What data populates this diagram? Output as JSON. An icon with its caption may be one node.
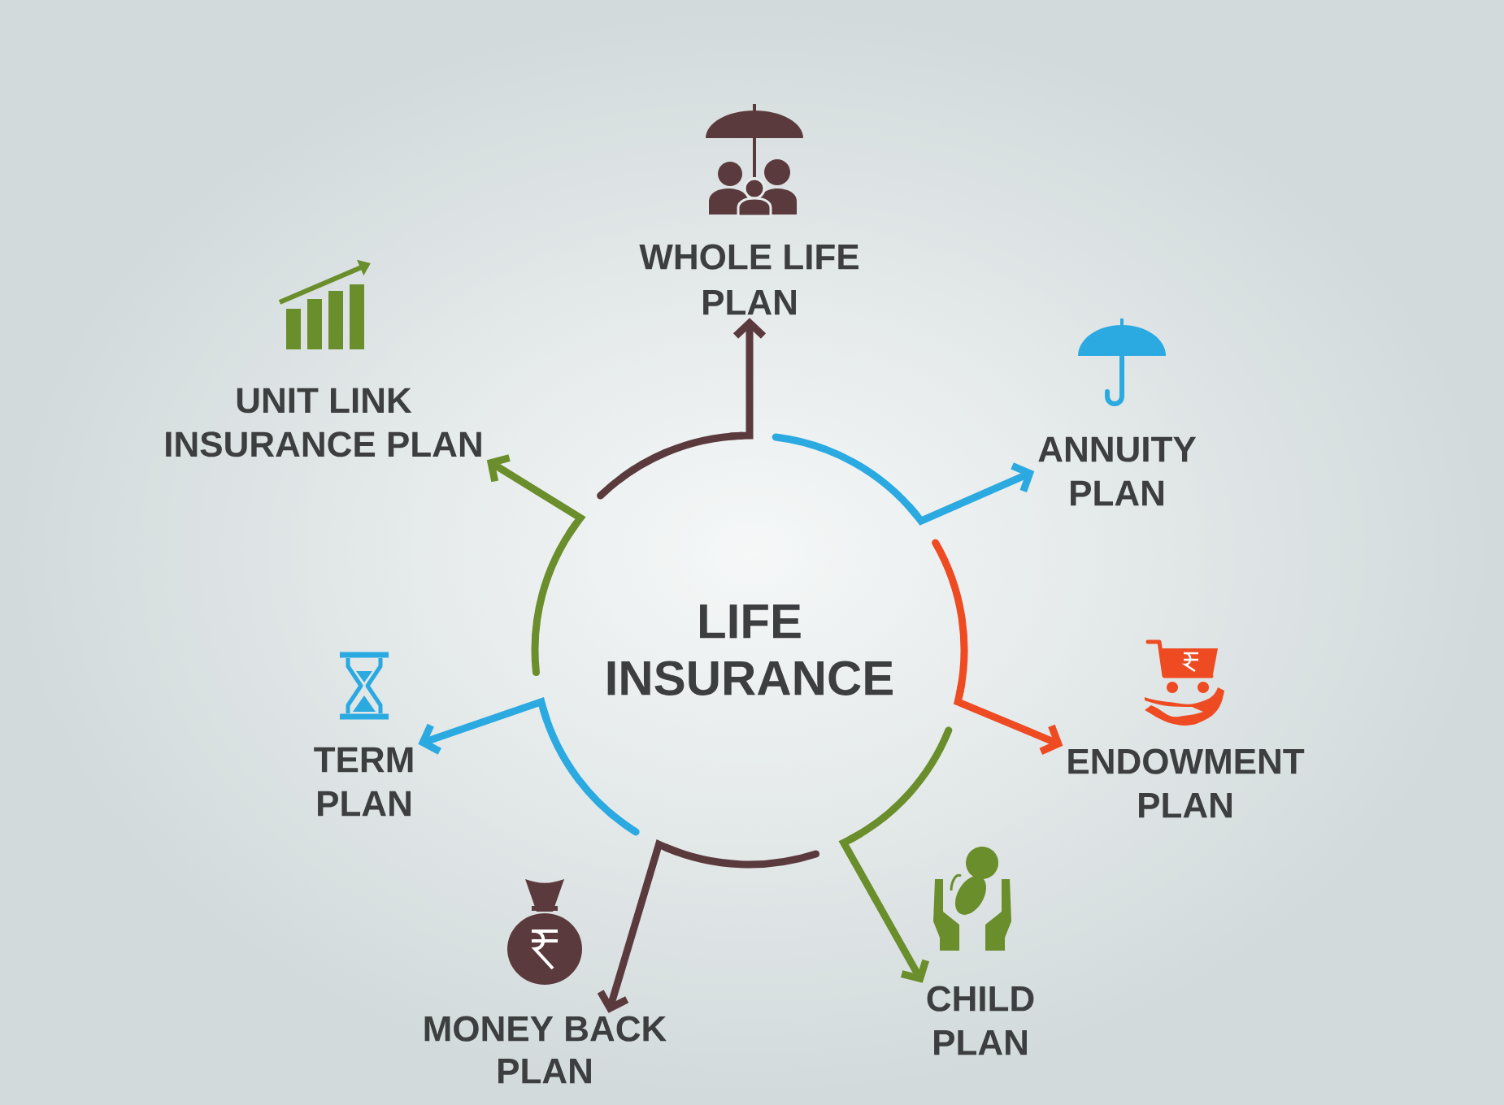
{
  "diagram": {
    "nodes": [
      {
        "text": [
          "LIFE INSURANCE"
        ]
      },
      {
        "text": [
          "WHOLE LIFE PLAN"
        ]
      },
      {
        "text": [
          "ANNUITY PLAN"
        ]
      },
      {
        "text": [
          "ENDOWMENT PLAN"
        ]
      },
      {
        "text": [
          "CHILD PLAN"
        ]
      },
      {
        "text": [
          "MONEY BACK PLAN"
        ]
      },
      {
        "text": [
          "TERM PLAN"
        ]
      },
      {
        "text": [
          "UNIT LINK INSURANCE PLAN"
        ]
      }
    ],
    "edges": [
      {
        "from": 0,
        "to": 1,
        "arrow": "to",
        "color": "#5b3a3d"
      },
      {
        "from": 0,
        "to": 2,
        "arrow": "to",
        "color": "#2ba9e1"
      },
      {
        "from": 0,
        "to": 3,
        "arrow": "to",
        "color": "#ee4b23"
      },
      {
        "from": 0,
        "to": 4,
        "arrow": "to",
        "color": "#6a8e2c"
      },
      {
        "from": 0,
        "to": 5,
        "arrow": "to",
        "color": "#5b3a3d"
      },
      {
        "from": 0,
        "to": 6,
        "arrow": "to",
        "color": "#2ba9e1"
      },
      {
        "from": 0,
        "to": 7,
        "arrow": "to",
        "color": "#6a8e2c"
      }
    ]
  }
}
